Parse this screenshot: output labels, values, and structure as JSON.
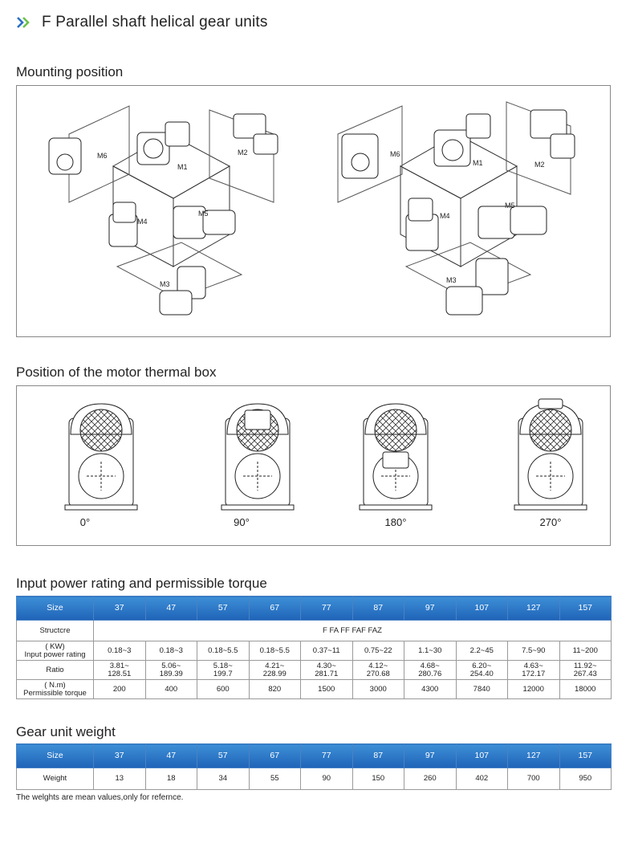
{
  "header": {
    "title": "F Parallel shaft helical gear units",
    "accent": "#2a6fc9",
    "accent2": "#6cc24a"
  },
  "mounting": {
    "title": "Mounting position",
    "positions": [
      "M1",
      "M2",
      "M3",
      "M4",
      "M5",
      "M6"
    ]
  },
  "thermal": {
    "title": "Position of the motor thermal box",
    "angles": [
      "0°",
      "90°",
      "180°",
      "270°"
    ]
  },
  "power": {
    "title": "Input power rating and permissible torque",
    "size_label": "Size",
    "sizes": [
      "37",
      "47",
      "57",
      "67",
      "77",
      "87",
      "97",
      "107",
      "127",
      "157"
    ],
    "structure_label": "Structcre",
    "structure_value": "F  FA  FF  FAF  FAZ",
    "kw_label_1": "( KW)",
    "kw_label_2": "Input power rating",
    "kw": [
      "0.18~3",
      "0.18~3",
      "0.18~5.5",
      "0.18~5.5",
      "0.37~11",
      "0.75~22",
      "1.1~30",
      "2.2~45",
      "7.5~90",
      "11~200"
    ],
    "ratio_label": "Ratio",
    "ratio_top": [
      "3.81~",
      "5.06~",
      "5.18~",
      "4.21~",
      "4.30~",
      "4.12~",
      "4.68~",
      "6.20~",
      "4.63~",
      "11.92~"
    ],
    "ratio_bottom": [
      "128.51",
      "189.39",
      "199.7",
      "228.99",
      "281.71",
      "270.68",
      "280.76",
      "254.40",
      "172.17",
      "267.43"
    ],
    "torque_label_1": "( N.m)",
    "torque_label_2": "Permissible torque",
    "torque": [
      "200",
      "400",
      "600",
      "820",
      "1500",
      "3000",
      "4300",
      "7840",
      "12000",
      "18000"
    ]
  },
  "weight": {
    "title": "Gear unit weight",
    "size_label": "Size",
    "sizes": [
      "37",
      "47",
      "57",
      "67",
      "77",
      "87",
      "97",
      "107",
      "127",
      "157"
    ],
    "weight_label": "Weight",
    "weights": [
      "13",
      "18",
      "34",
      "55",
      "90",
      "150",
      "260",
      "402",
      "700",
      "950"
    ],
    "note": "The welghts are mean values,only for refernce."
  }
}
